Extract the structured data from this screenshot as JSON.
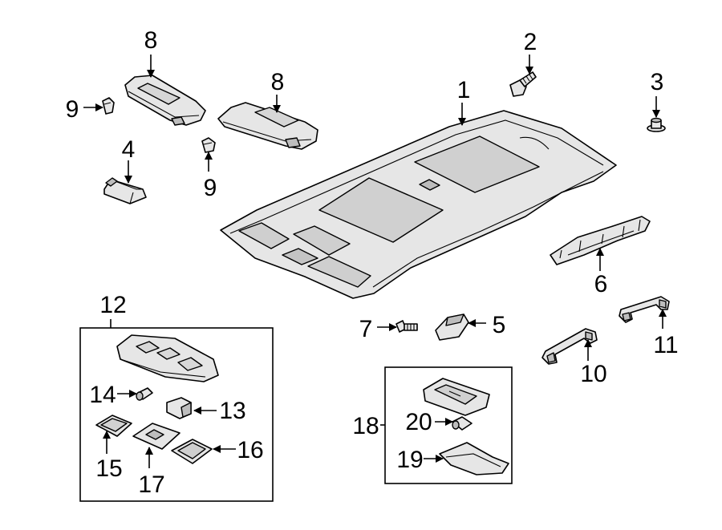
{
  "callouts": {
    "c1": "1",
    "c2": "2",
    "c3": "3",
    "c4": "4",
    "c5": "5",
    "c6": "6",
    "c7": "7",
    "c8a": "8",
    "c8b": "8",
    "c9a": "9",
    "c9b": "9",
    "c10": "10",
    "c11": "11",
    "c12": "12",
    "c13": "13",
    "c14": "14",
    "c15": "15",
    "c16": "16",
    "c17": "17",
    "c18": "18",
    "c19": "19",
    "c20": "20"
  },
  "colors": {
    "part_fill": "#e6e6e6",
    "part_dark": "#bdbdbd",
    "line": "#000000",
    "background": "#ffffff"
  }
}
